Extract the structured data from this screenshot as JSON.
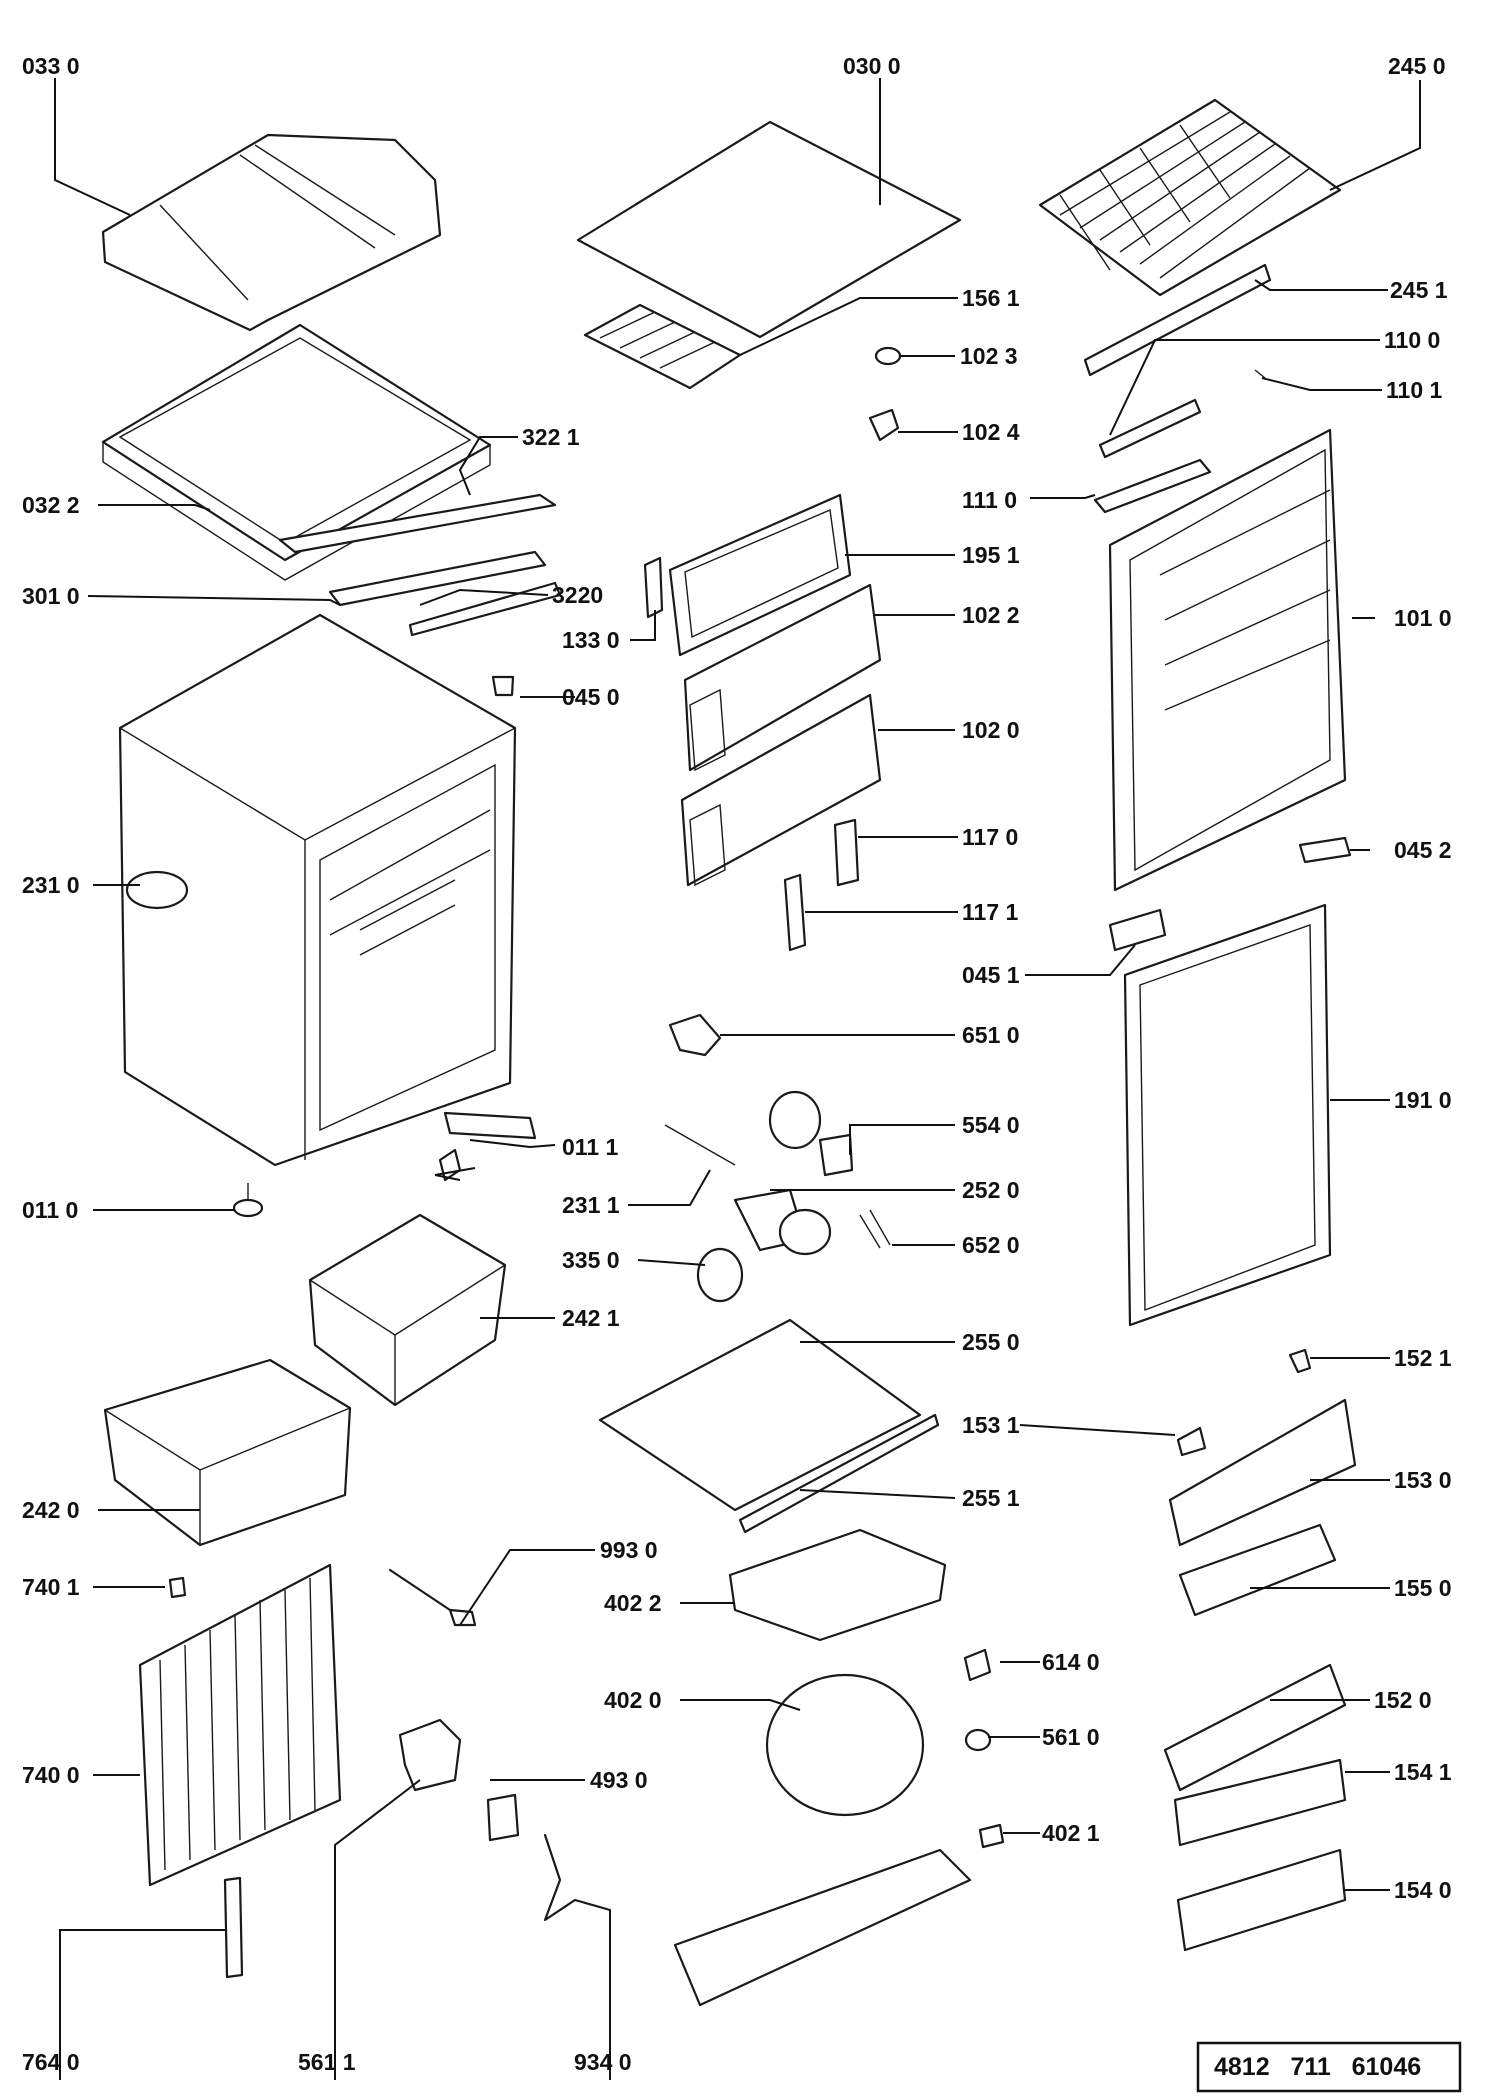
{
  "diagram": {
    "reference": "4812   711   61046",
    "labels": {
      "p0330": "033 0",
      "p0300": "030 0",
      "p2450": "245 0",
      "p1561": "156 1",
      "p2451": "245 1",
      "p1023": "102 3",
      "p1100": "110 0",
      "p1101": "110 1",
      "p3221": "322 1",
      "p1024": "102 4",
      "p0322": "032 2",
      "p1110": "111 0",
      "p1951": "195 1",
      "p3010": "301 0",
      "p3220": "3220",
      "p1330": "133 0",
      "p1022": "102 2",
      "p1010": "101 0",
      "p0450": "045 0",
      "p1020": "102 0",
      "p2310": "231 0",
      "p1170": "117 0",
      "p0452": "045 2",
      "p1171": "117 1",
      "p0451": "045 1",
      "p6510": "651 0",
      "p1910": "191 0",
      "p5540": "554 0",
      "p0111": "011 1",
      "p0110": "011 0",
      "p2311": "231 1",
      "p2520": "252 0",
      "p6520": "652 0",
      "p3350": "335 0",
      "p2421": "242 1",
      "p2550": "255 0",
      "p1521": "152 1",
      "p1531": "153 1",
      "p2420": "242 0",
      "p2551": "255 1",
      "p1530": "153 0",
      "p9930": "993 0",
      "p7401": "740 1",
      "p4022": "402 2",
      "p1550": "155 0",
      "p6140": "614 0",
      "p4020": "402 0",
      "p1520": "152 0",
      "p5610": "561 0",
      "p7400": "740 0",
      "p4930": "493 0",
      "p1541": "154 1",
      "p4021": "402 1",
      "p1540": "154 0",
      "p7640": "764 0",
      "p5611": "561 1",
      "p9340": "934 0"
    }
  }
}
